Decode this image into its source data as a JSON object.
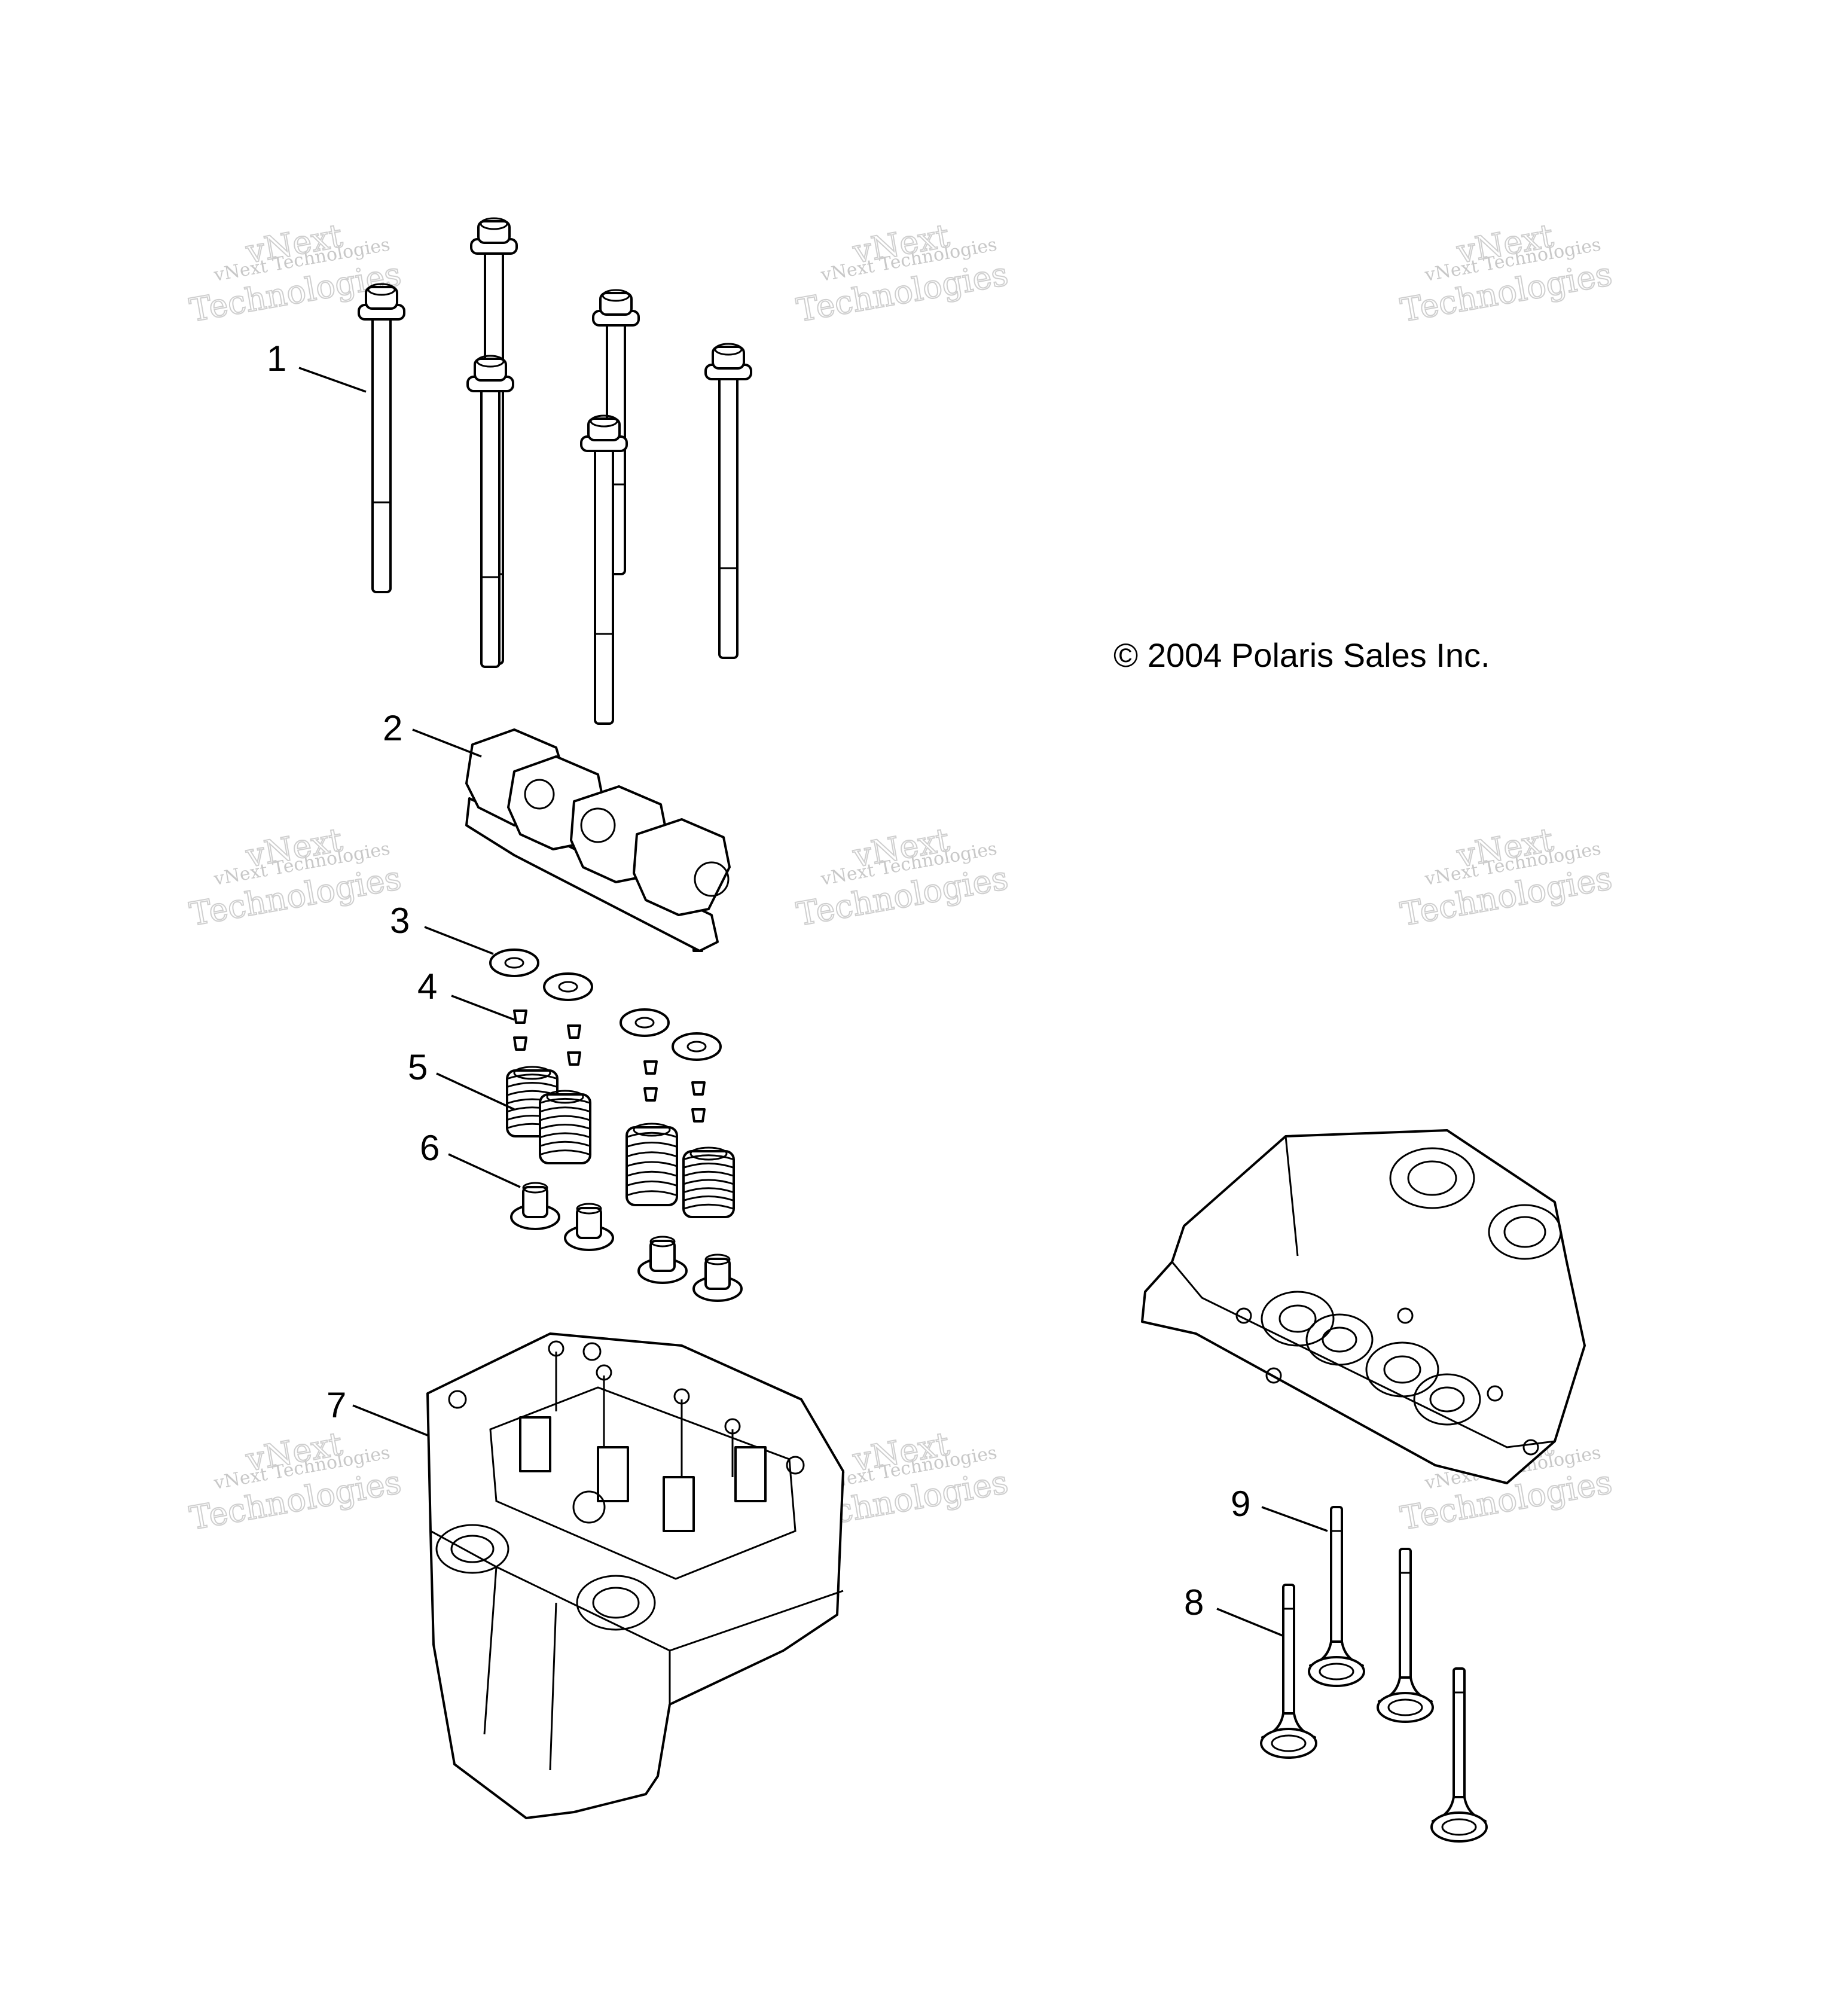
{
  "copyright": "© 2004 Polaris Sales Inc.",
  "watermark": {
    "line1": "vNext Technologies",
    "line2": "Technologies",
    "stamp": "vNext"
  },
  "callouts": [
    "1",
    "2",
    "3",
    "4",
    "5",
    "6",
    "7",
    "8",
    "9"
  ],
  "parts": [
    "head-bolt",
    "rocker-arm-assembly",
    "valve-spring-retainer",
    "valve-keeper",
    "valve-spring",
    "valve-stem-seal",
    "cylinder-head",
    "intake-valve",
    "exhaust-valve"
  ]
}
